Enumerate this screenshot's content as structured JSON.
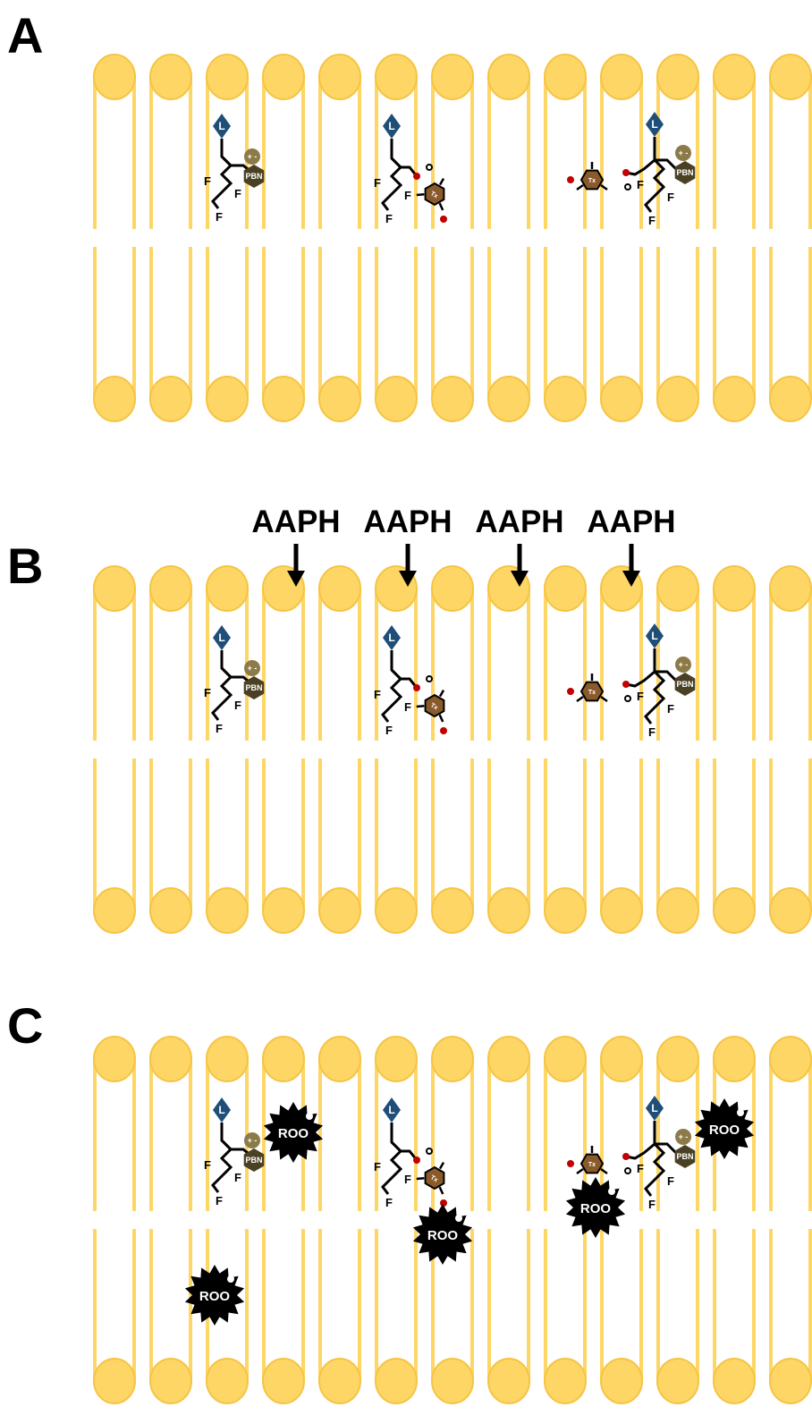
{
  "panels": [
    {
      "letter": "A",
      "aaph": false,
      "roo": []
    },
    {
      "letter": "B",
      "aaph": true,
      "roo": []
    },
    {
      "letter": "C",
      "aaph": false,
      "roo": [
        "p1",
        "p2",
        "q2",
        "q3",
        "r3",
        "free"
      ]
    }
  ],
  "aaph_labels": [
    "AAPH",
    "AAPH",
    "AAPH",
    "AAPH"
  ],
  "probe": {
    "lipophilic_label": "L",
    "fluorine_label": "F",
    "pbn_label": "PBN",
    "charge_label": "+ -",
    "tocopherol_label": "Tx"
  },
  "roo_label": "ROO",
  "colors": {
    "lipid": "#FDD666",
    "lipid_edge": "#F6C443",
    "anchor": "#1F4E79",
    "pbn": "#4A4125",
    "pbn_charge": "#8C7B48",
    "tocopherol": "#8B5A2B",
    "oxygen": "#C00000",
    "radical": "#000000"
  }
}
